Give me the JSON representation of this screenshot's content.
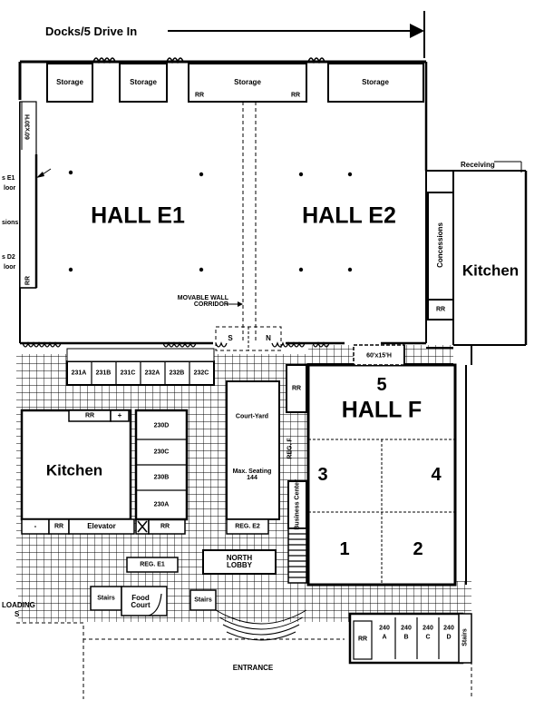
{
  "header": {
    "docks_label": "Docks/5 Drive In"
  },
  "storage": [
    "Storage",
    "Storage",
    "Storage",
    "Storage"
  ],
  "restrooms": {
    "label": "RR"
  },
  "door_size_label": "60'x30'H",
  "left_edge": {
    "hall_e1": "s E1",
    "floor1": "loor",
    "sions": "sions",
    "hall_d2": "s D2",
    "floor2": "loor"
  },
  "halls": {
    "e1": "HALL E1",
    "e2": "HALL E2",
    "f_number": "5",
    "f": "HALL F",
    "f_sections": [
      "3",
      "4",
      "1",
      "2"
    ]
  },
  "movable_wall": "MOVABLE WALL CORRIDOR",
  "receiving": "Receiving",
  "concessions": "Concessions",
  "kitchen_right": "Kitchen",
  "kitchen_left": "Kitchen",
  "corridor_marks": [
    "S",
    "N"
  ],
  "hall_f_door": "60'x15'H",
  "rooms_231_232": [
    "231A",
    "231B",
    "231C",
    "232A",
    "232B",
    "232C"
  ],
  "rooms_230": [
    "230D",
    "230C",
    "230B",
    "230A"
  ],
  "courtyard": {
    "name": "Court-Yard",
    "seating": "Max. Seating 144"
  },
  "registration": {
    "f": "REG. F",
    "e2": "REG. E2",
    "e1": "REG. E1"
  },
  "business_center": "Business Center",
  "elevator": "Elevator",
  "plus_mark": "+",
  "dash_mark": "-",
  "north_lobby": "NORTH LOBBY",
  "stairs": "Stairs",
  "food_court": "Food Court",
  "loading": "LOADING",
  "loading_s": "S",
  "entrance": "ENTRANCE",
  "rooms_240": [
    {
      "num": "240",
      "letter": "A"
    },
    {
      "num": "240",
      "letter": "B"
    },
    {
      "num": "240",
      "letter": "C"
    },
    {
      "num": "240",
      "letter": "D"
    }
  ],
  "icons": {
    "arrow": "right-arrow-icon",
    "elevator": "elevator-x-icon",
    "truck_door": "dock-door-icon"
  }
}
